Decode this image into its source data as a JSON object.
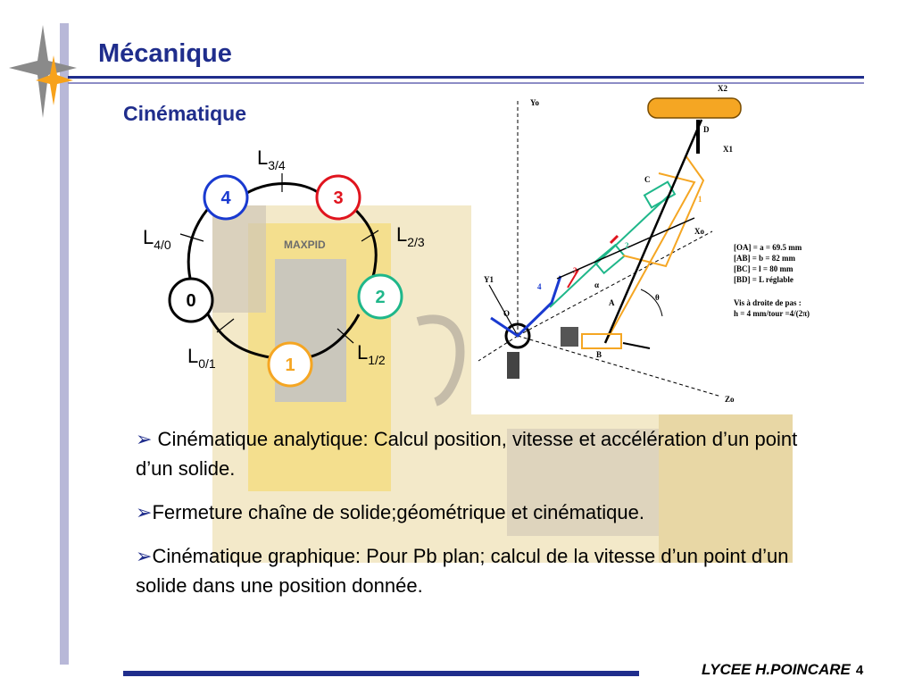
{
  "header": {
    "title": "Mécanique"
  },
  "section": {
    "subtitle": "Cinématique"
  },
  "graph": {
    "nodes": [
      "0",
      "1",
      "2",
      "3",
      "4"
    ],
    "links": [
      {
        "main": "L",
        "sub": "3/4"
      },
      {
        "main": "L",
        "sub": "2/3"
      },
      {
        "main": "L",
        "sub": "4/0"
      },
      {
        "main": "L",
        "sub": "0/1"
      },
      {
        "main": "L",
        "sub": "1/2"
      }
    ]
  },
  "mechanism": {
    "axes": [
      "Yo",
      "Xo",
      "Zo",
      "X2",
      "X1",
      "Y1"
    ],
    "points": [
      "O",
      "A",
      "B",
      "C",
      "D"
    ],
    "angles": [
      "θ",
      "α"
    ],
    "part_numbers": [
      "1",
      "2",
      "3",
      "4"
    ],
    "specs": [
      "[OA] = a = 69.5 mm",
      "[AB] = b = 82 mm",
      "[BC] = l = 80 mm",
      "[BD] = L  réglable"
    ],
    "screw_title": "Vis à droite de pas :",
    "screw_formula": "h = 4 mm/tour =4/(2π)"
  },
  "photo": {
    "label": "MAXPID"
  },
  "bullets": [
    {
      "marker": "➢",
      "text": " Cinématique analytique: Calcul position, vitesse et accélération d’un point d’un solide."
    },
    {
      "marker": "➢",
      "text": "Fermeture chaîne de solide;géométrique et cinématique."
    },
    {
      "marker": "➢",
      "text": "Cinématique graphique: Pour Pb plan; calcul de la vitesse d’un point d’un solide dans une position donnée."
    }
  ],
  "footer": {
    "school": "LYCEE H.POINCARE",
    "page": "4"
  },
  "colors": {
    "accent": "#1f2d8c",
    "node0": "#000000",
    "node1": "#f5a623",
    "node2": "#1fb78a",
    "node3": "#e0141e",
    "node4": "#1a3ad0"
  }
}
